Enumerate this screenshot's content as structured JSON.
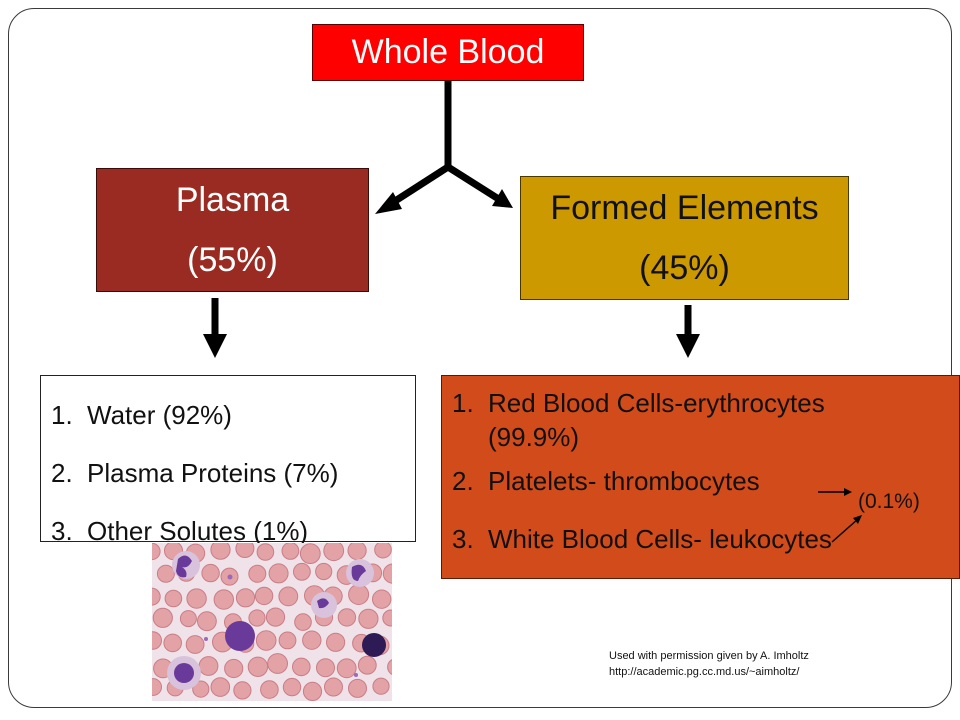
{
  "whole_blood": {
    "label": "Whole Blood"
  },
  "plasma": {
    "label": "Plasma",
    "percent": "(55%)"
  },
  "formed_elements": {
    "label": "Formed Elements",
    "percent": "(45%)"
  },
  "plasma_components": [
    {
      "num": "1.",
      "text": "Water (92%)"
    },
    {
      "num": "2.",
      "text": "Plasma Proteins (7%)"
    },
    {
      "num": "3.",
      "text": "Other Solutes (1%)"
    }
  ],
  "formed_components": [
    {
      "num": "1.",
      "text": "Red Blood Cells-erythrocytes",
      "text2": "(99.9%)"
    },
    {
      "num": "2.",
      "text": "Platelets- thrombocytes"
    },
    {
      "num": "3.",
      "text": "White Blood Cells- leukocytes"
    }
  ],
  "annotation": {
    "text": "(0.1%)"
  },
  "credit": {
    "line1": "Used with permission given by A. Imholtz",
    "line2": "http://academic.pg.cc.md.us/~aimholtz/"
  },
  "colors": {
    "whole_blood": "#ff0000",
    "plasma": "#992b22",
    "formed_elements": "#cc9900",
    "formed_list": "#d24b1a",
    "rbc": "#e8a8a8",
    "wbc_nucleus": "#6a3a9a"
  }
}
